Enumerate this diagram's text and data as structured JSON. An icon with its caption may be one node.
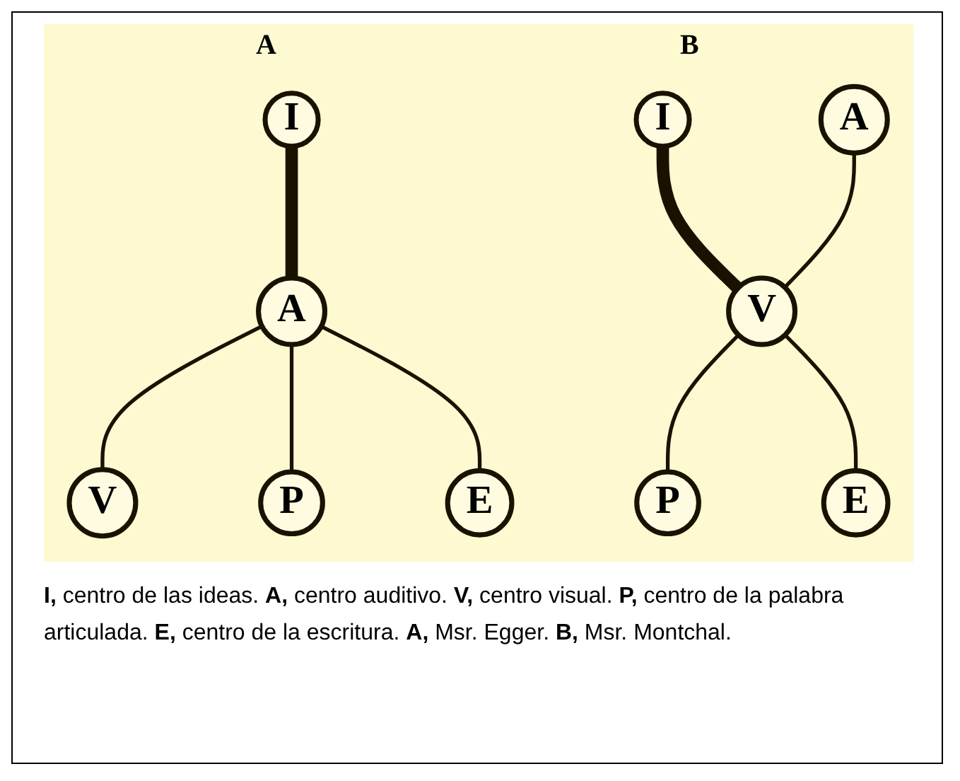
{
  "diagram": {
    "caption": "**I,** centro de las ideas. **A,** centro auditivo. **V,** centro visual. **P,** centro de la palabra articulada. **E,** centro de la escritura. **A,** Msr. Egger. **B,** Msr. Montchal.",
    "nodes": [
      {
        "text": [
          "I"
        ]
      },
      {
        "text": [
          "A"
        ]
      },
      {
        "text": [
          "V"
        ]
      },
      {
        "text": [
          "P"
        ]
      },
      {
        "text": [
          "E"
        ]
      },
      {
        "text": [
          "I"
        ]
      },
      {
        "text": [
          "A"
        ]
      },
      {
        "text": [
          "V"
        ]
      },
      {
        "text": [
          "P"
        ]
      },
      {
        "text": [
          "E"
        ]
      }
    ],
    "edges": [
      {
        "from": 0,
        "to": 1,
        "arrow": "none",
        "style": "thick"
      },
      {
        "from": 1,
        "to": 2,
        "arrow": "none"
      },
      {
        "from": 1,
        "to": 3,
        "arrow": "none"
      },
      {
        "from": 1,
        "to": 4,
        "arrow": "none"
      },
      {
        "from": 5,
        "to": 7,
        "arrow": "none",
        "style": "thick"
      },
      {
        "from": 6,
        "to": 7,
        "arrow": "none"
      },
      {
        "from": 7,
        "to": 8,
        "arrow": "none"
      },
      {
        "from": 7,
        "to": 9,
        "arrow": "none"
      }
    ],
    "labels": [
      "A",
      "B"
    ]
  }
}
